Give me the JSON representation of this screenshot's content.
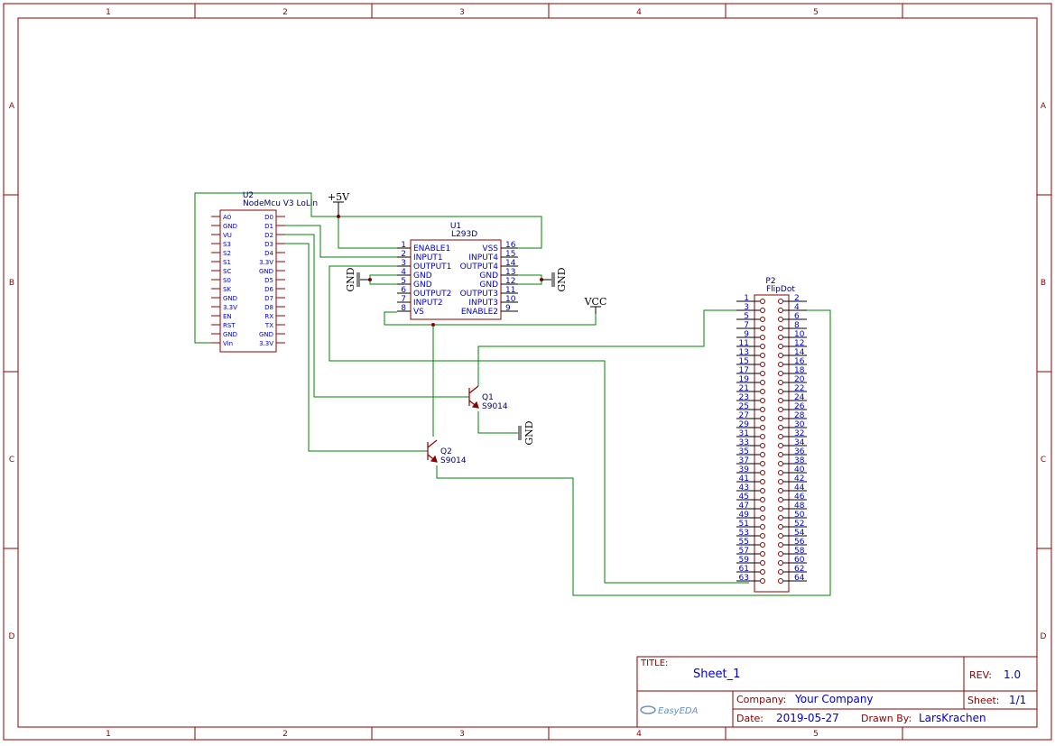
{
  "frame": {
    "col_labels": [
      "1",
      "2",
      "3",
      "4",
      "5"
    ],
    "row_labels": [
      "A",
      "B",
      "C",
      "D"
    ]
  },
  "colors": {
    "border": "#8b0000",
    "wire": "#008000",
    "pin_text": "#0000cc",
    "part_outline": "#8b0000",
    "power": "#000000",
    "ground_fill": "#888888"
  },
  "components": {
    "u2": {
      "designator": "U2",
      "name": "NodeMcu V3 LoLin",
      "left_pins": [
        "A0",
        "GND",
        "VU",
        "S3",
        "S2",
        "S1",
        "SC",
        "S0",
        "SK",
        "GND",
        "3.3V",
        "EN",
        "RST",
        "GND",
        "Vin"
      ],
      "right_pins": [
        "D0",
        "D1",
        "D2",
        "D3",
        "D4",
        "3.3V",
        "GND",
        "D5",
        "D6",
        "D7",
        "D8",
        "RX",
        "TX",
        "GND",
        "3.3V"
      ]
    },
    "u1": {
      "designator": "U1",
      "name": "L293D",
      "left_pins": [
        {
          "num": "1",
          "name": "ENABLE1"
        },
        {
          "num": "2",
          "name": "INPUT1"
        },
        {
          "num": "3",
          "name": "OUTPUT1"
        },
        {
          "num": "4",
          "name": "GND"
        },
        {
          "num": "5",
          "name": "GND"
        },
        {
          "num": "6",
          "name": "OUTPUT2"
        },
        {
          "num": "7",
          "name": "INPUT2"
        },
        {
          "num": "8",
          "name": "VS"
        }
      ],
      "right_pins": [
        {
          "num": "16",
          "name": "VSS"
        },
        {
          "num": "15",
          "name": "INPUT4"
        },
        {
          "num": "14",
          "name": "OUTPUT4"
        },
        {
          "num": "13",
          "name": "GND"
        },
        {
          "num": "12",
          "name": "GND"
        },
        {
          "num": "11",
          "name": "OUTPUT3"
        },
        {
          "num": "10",
          "name": "INPUT3"
        },
        {
          "num": "9",
          "name": "ENABLE2"
        }
      ]
    },
    "p2": {
      "designator": "P2",
      "name": "FlipDot",
      "left_pins": [
        "1",
        "3",
        "5",
        "7",
        "9",
        "11",
        "13",
        "15",
        "17",
        "19",
        "21",
        "23",
        "25",
        "27",
        "29",
        "31",
        "33",
        "35",
        "37",
        "39",
        "41",
        "43",
        "45",
        "47",
        "49",
        "51",
        "53",
        "55",
        "57",
        "59",
        "61",
        "63"
      ],
      "right_pins": [
        "2",
        "4",
        "6",
        "8",
        "10",
        "12",
        "14",
        "16",
        "18",
        "20",
        "22",
        "24",
        "26",
        "28",
        "30",
        "32",
        "34",
        "36",
        "38",
        "40",
        "42",
        "44",
        "46",
        "48",
        "50",
        "52",
        "54",
        "56",
        "58",
        "60",
        "62",
        "64"
      ]
    },
    "q1": {
      "designator": "Q1",
      "name": "S9014"
    },
    "q2": {
      "designator": "Q2",
      "name": "S9014"
    }
  },
  "power": {
    "plus5v": "+5V",
    "vcc": "VCC",
    "gnd": "GND"
  },
  "title_block": {
    "title_label": "TITLE:",
    "title_value": "Sheet_1",
    "rev_label": "REV:",
    "rev_value": "1.0",
    "company_label": "Company:",
    "company_value": "Your Company",
    "sheet_label": "Sheet:",
    "sheet_value": "1/1",
    "date_label": "Date:",
    "date_value": "2019-05-27",
    "drawn_label": "Drawn By:",
    "drawn_value": "LarsKrachen",
    "logo_text": "EasyEDA"
  }
}
